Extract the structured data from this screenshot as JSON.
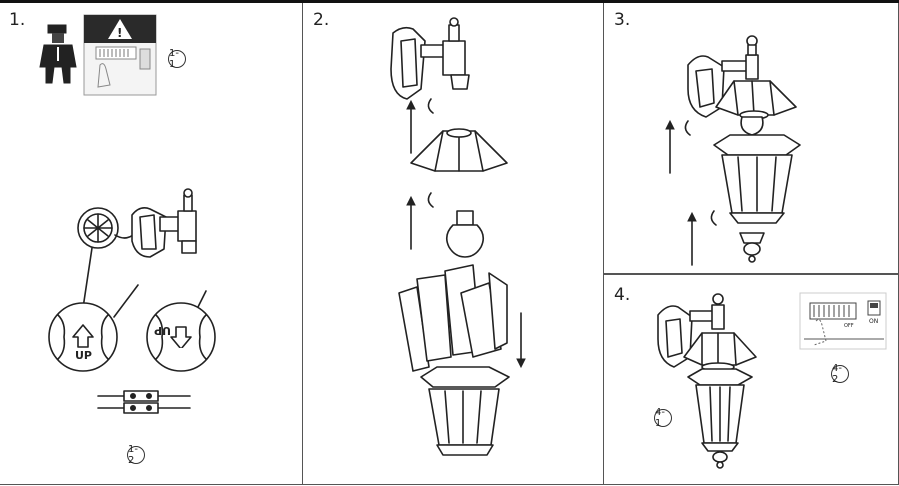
{
  "steps": [
    {
      "number": "1."
    },
    {
      "number": "2."
    },
    {
      "number": "3."
    },
    {
      "number": "4."
    }
  ],
  "callouts": {
    "c1_1": "1-1",
    "c1_2": "1-2",
    "c4_1": "4-1",
    "c4_2": "4-2"
  },
  "dial_labels": {
    "up_left": "UP",
    "up_right": "UP"
  },
  "panel_labels": {
    "off": "OFF",
    "on": "ON"
  },
  "icons": {
    "warning": "warning-triangle-icon",
    "electrician": "electrician-figure-icon",
    "hand": "hand-pointer-icon",
    "rotate": "rotate-arrow-icon",
    "arrow": "direction-arrow-icon"
  }
}
